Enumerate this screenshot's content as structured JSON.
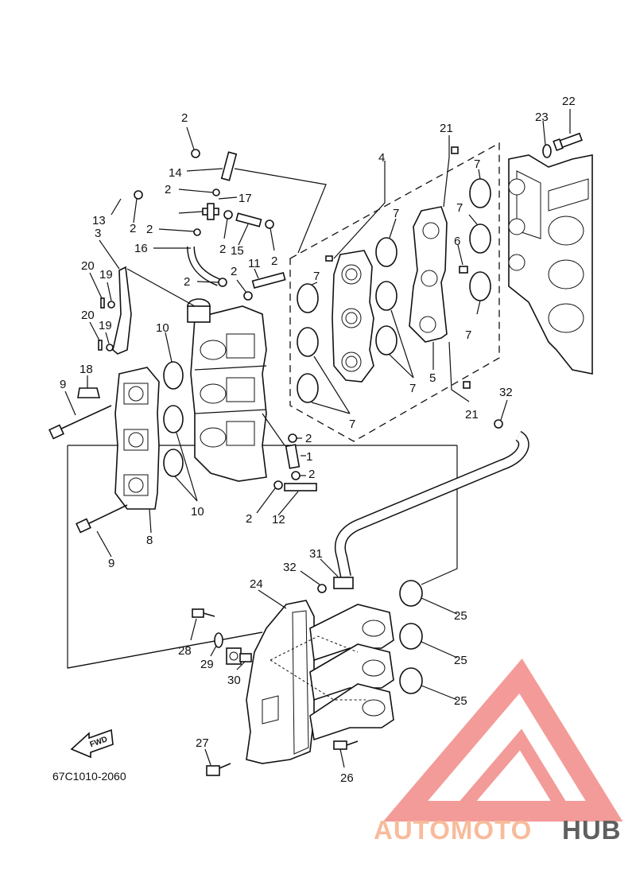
{
  "part_code": "67C1010-2060",
  "direction_label": "FWD",
  "watermark": {
    "part1": "AUTOMOTO",
    "part2": "HUB",
    "color1": "#f7b08a",
    "color2": "#444444",
    "triangle_color": "#f28a87"
  },
  "callouts": [
    "1",
    "2",
    "3",
    "4",
    "5",
    "6",
    "7",
    "8",
    "9",
    "10",
    "11",
    "12",
    "13",
    "14",
    "15",
    "16",
    "17",
    "18",
    "19",
    "20",
    "21",
    "22",
    "23",
    "24",
    "25",
    "26",
    "27",
    "28",
    "29",
    "30",
    "31",
    "32"
  ]
}
